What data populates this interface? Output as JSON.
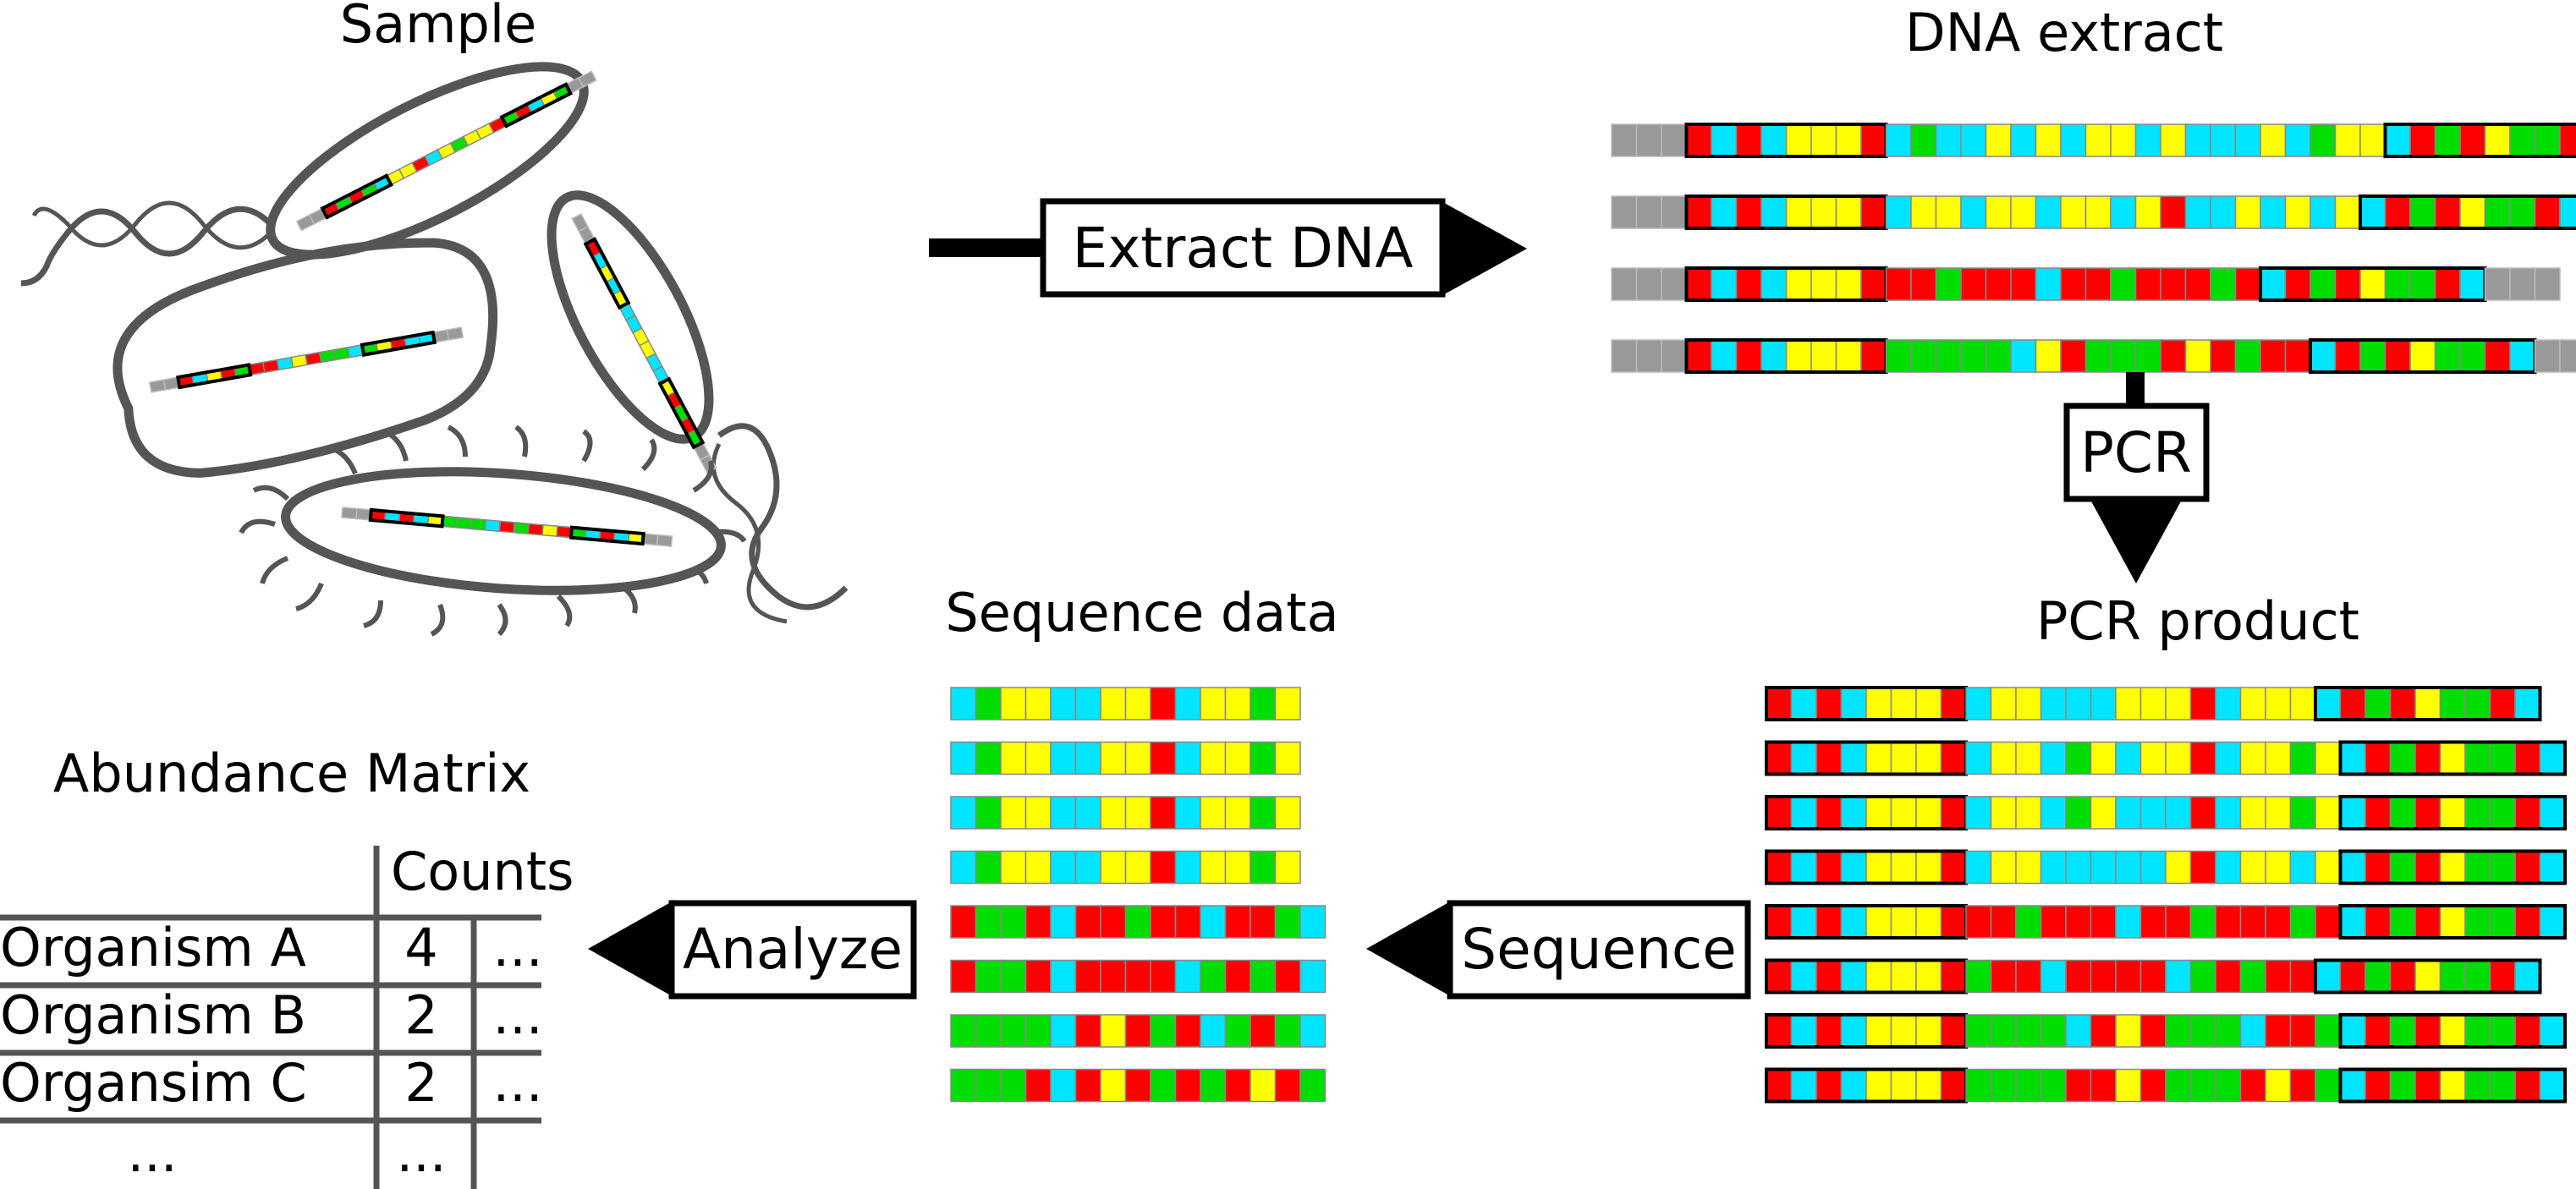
{
  "labels": {
    "sample": "Sample",
    "dna_extract": "DNA extract",
    "pcr_product": "PCR product",
    "sequence_data": "Sequence data",
    "abundance_matrix": "Abundance Matrix"
  },
  "steps": {
    "extract": "Extract DNA",
    "pcr": "PCR",
    "sequence": "Sequence",
    "analyze": "Analyze"
  },
  "matrix": {
    "header": "Counts",
    "rows": [
      {
        "name": "Organism A",
        "count": "4",
        "more": "..."
      },
      {
        "name": "Organism B",
        "count": "2",
        "more": "..."
      },
      {
        "name": "Organsim C",
        "count": "2",
        "more": "..."
      },
      {
        "name": "...",
        "count": "...",
        "more": ""
      }
    ]
  },
  "colors": {
    "A": "#ff0000",
    "C": "#00e5ff",
    "G": "#00dd00",
    "T": "#ffff00",
    "flank": "#999999",
    "outline": "#555555"
  },
  "sequences": {
    "primer_fwd": "RCRCTTTR",
    "primer_rev": "CRGRTGGRC",
    "dna_flank_left": "XXX",
    "dna_flank_right": "XXX",
    "dna_inserts": [
      "CGCCTCTCTTCTCCCTCGTT",
      "CTTCTTCTTCTRCCTCTCT",
      "RRGRRRCRRGRRRGR",
      "GGGGGCTRGGGRTRGRR"
    ],
    "pcr_inserts": [
      "CTTCCCTTTRCTTT",
      "CTTCGTCTTRCTTGT",
      "CTTCGTCCCRCTTGT",
      "CTTCCCCCTRCTTCT",
      "RRGRRRCRRGRRRGR",
      "GRRCRRRRCGRGRR",
      "GGGGCRTRGGGCRRG",
      "GGGGRRTRGGGRTRG"
    ],
    "reads": [
      "CGTTCCTTRCTTGT",
      "CGTTCCTTRCTTGT",
      "CGTTCCTTRCTTGT",
      "CGTTCCTTRCTTGT",
      "RGGRCRRGRRCRRGC",
      "RGGRCRRRRCGRGRC",
      "GGGGCRTRGRCGRGC",
      "GGGRCRTRGRGRTRG"
    ]
  }
}
